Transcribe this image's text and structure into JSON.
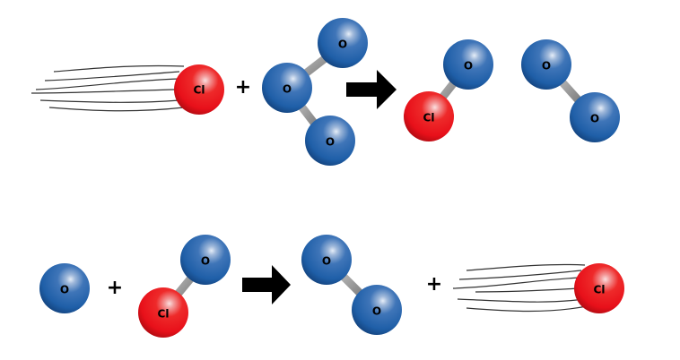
{
  "colors": {
    "oxygen": "#1f5fa8",
    "chlorine": "#e8101a",
    "bond": "#9a9a9a",
    "arrow": "#000000",
    "motion_lines": "#333333"
  },
  "labels": {
    "oxygen": "O",
    "chlorine": "Cl",
    "plus": "+"
  },
  "reactions": [
    {
      "name": "reaction-1",
      "description_of_species": [
        "Cl",
        "O3",
        "ClO",
        "O2"
      ]
    },
    {
      "name": "reaction-2",
      "description_of_species": [
        "O",
        "ClO",
        "O2",
        "Cl"
      ]
    }
  ]
}
